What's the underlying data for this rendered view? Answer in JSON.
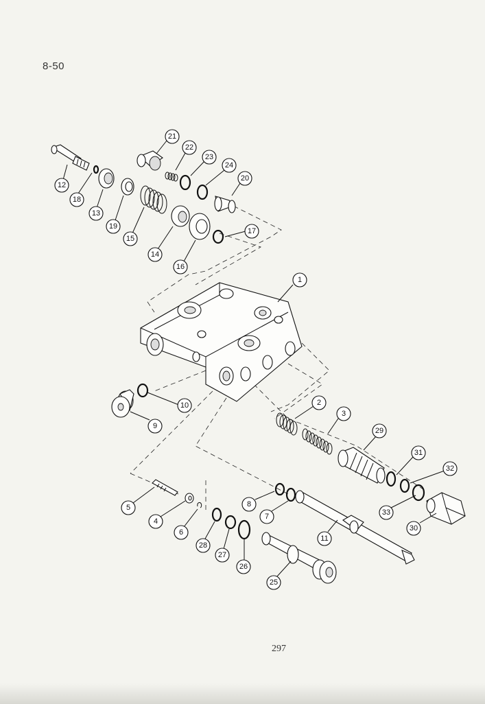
{
  "page": {
    "section_label": "8-50",
    "page_number": "297"
  },
  "diagram": {
    "callouts": [
      "1",
      "2",
      "3",
      "4",
      "5",
      "6",
      "7",
      "8",
      "9",
      "10",
      "11",
      "12",
      "13",
      "14",
      "15",
      "16",
      "17",
      "18",
      "19",
      "20",
      "21",
      "22",
      "23",
      "24",
      "25",
      "26",
      "27",
      "28",
      "29",
      "30",
      "31",
      "32",
      "33"
    ]
  }
}
